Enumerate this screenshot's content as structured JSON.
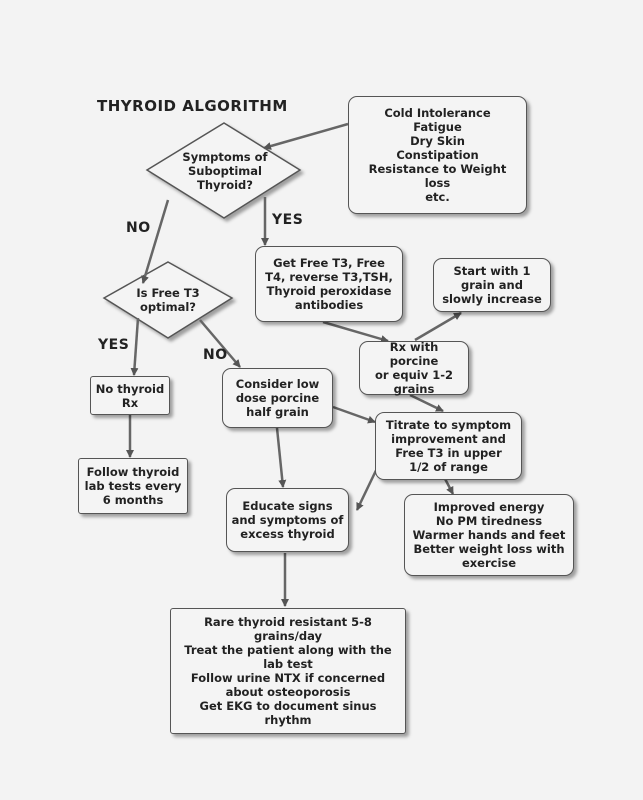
{
  "title": "THYROID ALGORITHM",
  "nodes": {
    "symptoms_list": [
      "Cold Intolerance",
      "Fatigue",
      "Dry Skin",
      "Constipation",
      "Resistance to Weight",
      "loss",
      "etc."
    ],
    "decision_symptoms": [
      "Symptoms of",
      "Suboptimal",
      "Thyroid?"
    ],
    "labs": [
      "Get Free T3, Free",
      "T4, reverse T3,TSH,",
      "Thyroid peroxidase",
      "antibodies"
    ],
    "start_grain": [
      "Start with 1",
      "grain and",
      "slowly increase"
    ],
    "decision_t3": [
      "Is Free T3",
      "optimal?"
    ],
    "rx_porcine": [
      "Rx with porcine",
      "or equiv 1-2",
      "grains"
    ],
    "no_rx": [
      "No thyroid",
      "Rx"
    ],
    "low_dose": [
      "Consider low",
      "dose porcine",
      "half grain"
    ],
    "titrate": [
      "Titrate to symptom",
      "improvement and",
      "Free T3 in upper",
      "1/2 of range"
    ],
    "follow_labs": [
      "Follow thyroid",
      "lab tests every",
      "6 months"
    ],
    "educate": [
      "Educate signs",
      "and symptoms of",
      "excess thyroid"
    ],
    "improved": [
      "Improved energy",
      "No PM tiredness",
      "Warmer hands and feet",
      "Better weight loss with",
      "exercise"
    ],
    "rare_resistant": [
      "Rare thyroid resistant 5-8",
      "grains/day",
      "Treat the patient along with the",
      "lab test",
      "Follow urine NTX if concerned",
      "about osteoporosis",
      "Get EKG to document sinus",
      "rhythm"
    ]
  },
  "labels": {
    "no1": "NO",
    "yes1": "YES",
    "yes2": "YES",
    "no2": "NO"
  }
}
